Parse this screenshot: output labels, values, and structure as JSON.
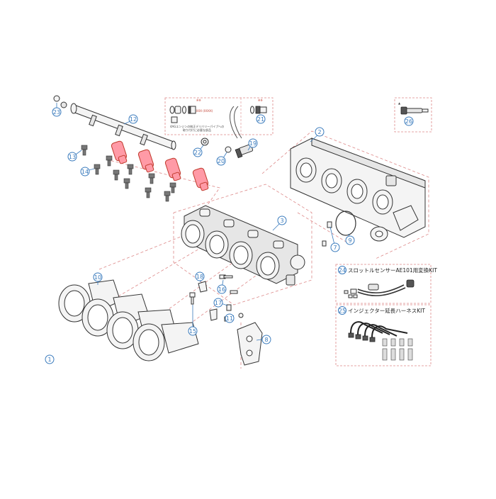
{
  "callouts": [
    "1",
    "2",
    "3",
    "7",
    "8",
    "9",
    "10",
    "11",
    "12",
    "13",
    "14",
    "15",
    "16",
    "17",
    "18",
    "19",
    "20",
    "21",
    "22",
    "23",
    "24",
    "25",
    "26"
  ],
  "kits": {
    "k24_number": "24",
    "k24_label": "スロットルセンサーAE101用変換KIT",
    "k25_number": "25",
    "k25_label": "インジェクター延長ハーネスKIT"
  },
  "inset": {
    "left_top_note": "※※",
    "left_top_note2": "XXXX (XXXX)",
    "left_caption_1": "4AGエンジンの純正デリバリーパイプへの",
    "left_caption_2": "取り付けに必要な部品",
    "right_top_note": "※※"
  },
  "colors": {
    "accent": "#3a7bbd",
    "injector": "#ff9aa6",
    "dashed": "#dd8888"
  }
}
